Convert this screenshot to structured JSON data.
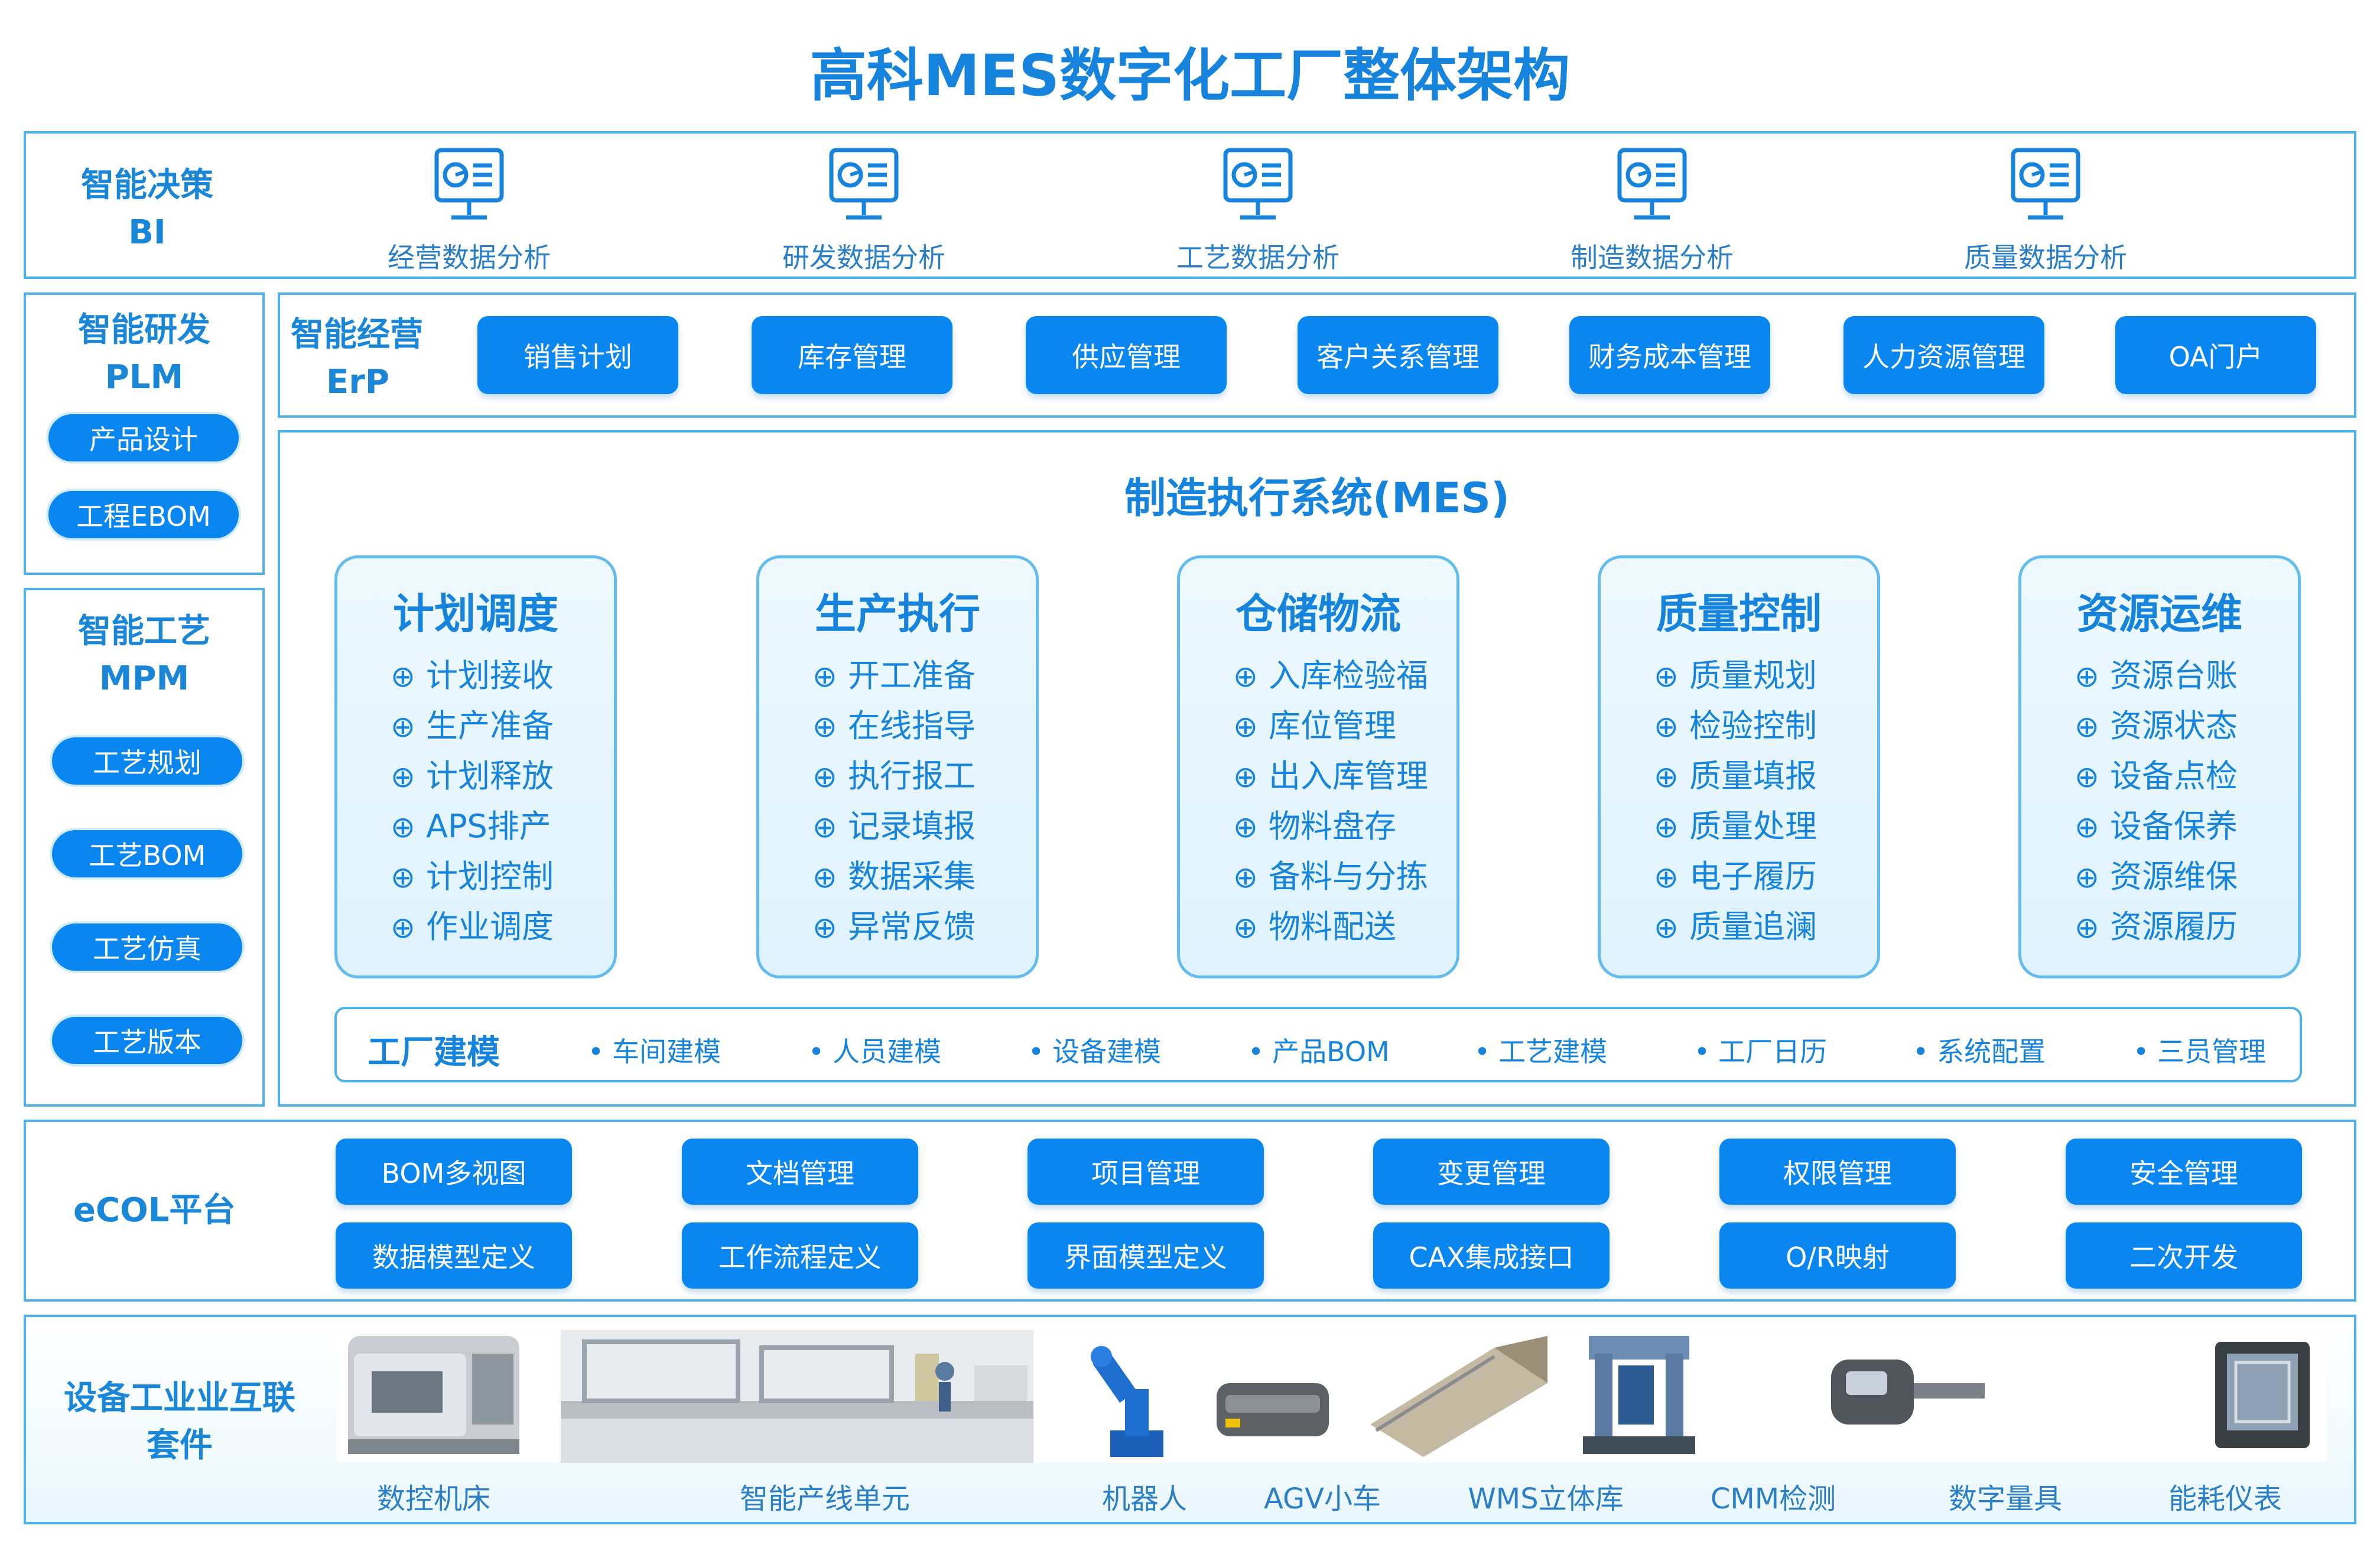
{
  "title": "高科MES数字化工厂整体架构",
  "bi": {
    "label_line1": "智能决策",
    "label_line2": "BI",
    "items": [
      "经营数据分析",
      "研发数据分析",
      "工艺数据分析",
      "制造数据分析",
      "质量数据分析"
    ]
  },
  "plm": {
    "label_line1": "智能研发",
    "label_line2": "PLM",
    "items": [
      "产品设计",
      "工程EBOM"
    ]
  },
  "mpm": {
    "label_line1": "智能工艺",
    "label_line2": "MPM",
    "items": [
      "工艺规划",
      "工艺BOM",
      "工艺仿真",
      "工艺版本"
    ]
  },
  "erp": {
    "label_line1": "智能经营",
    "label_line2": "ErP",
    "items": [
      "销售计划",
      "库存管理",
      "供应管理",
      "客户关系管理",
      "财务成本管理",
      "人力资源管理",
      "OA门户"
    ]
  },
  "mes": {
    "title": "制造执行系统(MES)",
    "modules": [
      {
        "title": "计划调度",
        "items": [
          "计划接收",
          "生产准备",
          "计划释放",
          "APS排产",
          "计划控制",
          "作业调度"
        ]
      },
      {
        "title": "生产执行",
        "items": [
          "开工准备",
          "在线指导",
          "执行报工",
          "记录填报",
          "数据采集",
          "异常反馈"
        ]
      },
      {
        "title": "仓储物流",
        "items": [
          "入库检验福",
          "库位管理",
          "出入库管理",
          "物料盘存",
          "备料与分拣",
          "物料配送"
        ]
      },
      {
        "title": "质量控制",
        "items": [
          "质量规划",
          "检验控制",
          "质量填报",
          "质量处理",
          "电子履历",
          "质量追澜"
        ]
      },
      {
        "title": "资源运维",
        "items": [
          "资源台账",
          "资源状态",
          "设备点检",
          "设备保养",
          "资源维保",
          "资源履历"
        ]
      }
    ],
    "factory": {
      "title": "工厂建模",
      "items": [
        "车间建模",
        "人员建模",
        "设备建模",
        "产品BOM",
        "工艺建模",
        "工厂日历",
        "系统配置",
        "三员管理"
      ]
    }
  },
  "ecol": {
    "label": "eCOL平台",
    "row1": [
      "BOM多视图",
      "文档管理",
      "项目管理",
      "变更管理",
      "权限管理",
      "安全管理"
    ],
    "row2": [
      "数据模型定义",
      "工作流程定义",
      "界面模型定义",
      "CAX集成接口",
      "O/R映射",
      "二次开发"
    ]
  },
  "equipment": {
    "label_line1": "设备工业业互联",
    "label_line2": "套件",
    "items": [
      "数控机床",
      "智能产线单元",
      "机器人",
      "AGV小车",
      "WMS立体库",
      "CMM检测",
      "数字量具",
      "能耗仪表"
    ]
  },
  "colors": {
    "primary": "#0a86f0",
    "title": "#1683dc",
    "border": "#4db3ea"
  },
  "icons": {
    "bi": "monitor-chart-icon",
    "bullet": "plus-circle-icon"
  }
}
